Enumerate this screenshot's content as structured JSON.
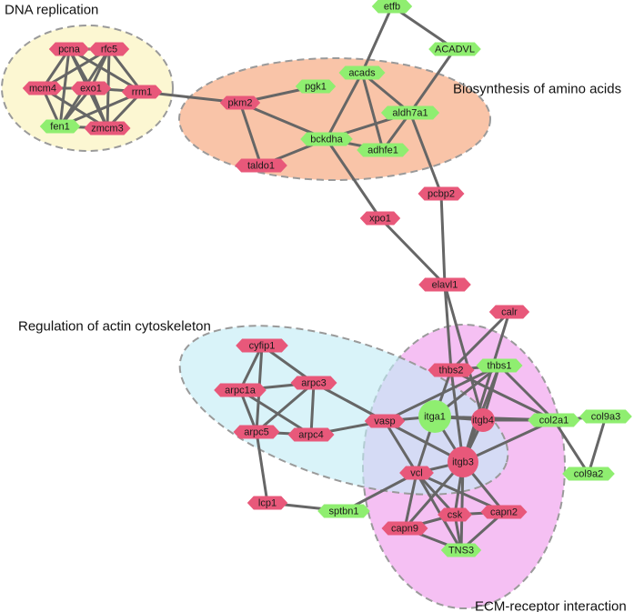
{
  "colors": {
    "red_node": "#e8587a",
    "green_node": "#8fee70",
    "edge": "#666666"
  },
  "clusters": [
    {
      "id": "dna",
      "label": "DNA replication",
      "fill": "#fcf7d2"
    },
    {
      "id": "bio",
      "label": "Biosynthesis of amino acids",
      "fill": "#f9c4a8"
    },
    {
      "id": "actin",
      "label": "Regulation of actin cytoskeleton",
      "fill": "#c2ecf6"
    },
    {
      "id": "ecm",
      "label": "ECM-receptor interaction",
      "fill": "#f5c0f3"
    }
  ],
  "nodes": [
    {
      "id": "pcna",
      "label": "pcna",
      "group": "red"
    },
    {
      "id": "rfc5",
      "label": "rfc5",
      "group": "red"
    },
    {
      "id": "mcm4",
      "label": "mcm4",
      "group": "red"
    },
    {
      "id": "exo1",
      "label": "exo1",
      "group": "red"
    },
    {
      "id": "rrm1",
      "label": "rrm1",
      "group": "red"
    },
    {
      "id": "fen1",
      "label": "fen1",
      "group": "green"
    },
    {
      "id": "zmcm3",
      "label": "zmcm3",
      "group": "red"
    },
    {
      "id": "etfb",
      "label": "etfb",
      "group": "green"
    },
    {
      "id": "ACADVL",
      "label": "ACADVL",
      "group": "green"
    },
    {
      "id": "acads",
      "label": "acads",
      "group": "green"
    },
    {
      "id": "pgk1",
      "label": "pgk1",
      "group": "green"
    },
    {
      "id": "pkm2",
      "label": "pkm2",
      "group": "red"
    },
    {
      "id": "aldh7a1",
      "label": "aldh7a1",
      "group": "green"
    },
    {
      "id": "bckdha",
      "label": "bckdha",
      "group": "green"
    },
    {
      "id": "adhfe1",
      "label": "adhfe1",
      "group": "green"
    },
    {
      "id": "taldo1",
      "label": "taldo1",
      "group": "red"
    },
    {
      "id": "pcbp2",
      "label": "pcbp2",
      "group": "red"
    },
    {
      "id": "xpo1",
      "label": "xpo1",
      "group": "red"
    },
    {
      "id": "elavl1",
      "label": "elavl1",
      "group": "red"
    },
    {
      "id": "calr",
      "label": "calr",
      "group": "red"
    },
    {
      "id": "cyfip1",
      "label": "cyfip1",
      "group": "red"
    },
    {
      "id": "arpc1a",
      "label": "arpc1a",
      "group": "red"
    },
    {
      "id": "arpc3",
      "label": "arpc3",
      "group": "red"
    },
    {
      "id": "arpc5",
      "label": "arpc5",
      "group": "red"
    },
    {
      "id": "arpc4",
      "label": "arpc4",
      "group": "red"
    },
    {
      "id": "thbs2",
      "label": "thbs2",
      "group": "red"
    },
    {
      "id": "thbs1",
      "label": "thbs1",
      "group": "green"
    },
    {
      "id": "vasp",
      "label": "vasp",
      "group": "red"
    },
    {
      "id": "itga1",
      "label": "itga1",
      "group": "green"
    },
    {
      "id": "itgb4",
      "label": "itgb4",
      "group": "red"
    },
    {
      "id": "col2a1",
      "label": "col2a1",
      "group": "green"
    },
    {
      "id": "col9a3",
      "label": "col9a3",
      "group": "green"
    },
    {
      "id": "col9a2",
      "label": "col9a2",
      "group": "green"
    },
    {
      "id": "itgb3",
      "label": "itgb3",
      "group": "red"
    },
    {
      "id": "vcl",
      "label": "vcl",
      "group": "red"
    },
    {
      "id": "lcp1",
      "label": "lcp1",
      "group": "red"
    },
    {
      "id": "sptbn1",
      "label": "sptbn1",
      "group": "green"
    },
    {
      "id": "csk",
      "label": "csk",
      "group": "red"
    },
    {
      "id": "capn2",
      "label": "capn2",
      "group": "red"
    },
    {
      "id": "capn9",
      "label": "capn9",
      "group": "red"
    },
    {
      "id": "TNS3",
      "label": "TNS3",
      "group": "green"
    }
  ],
  "edges": [
    [
      "pcna",
      "rfc5"
    ],
    [
      "pcna",
      "mcm4"
    ],
    [
      "pcna",
      "exo1"
    ],
    [
      "pcna",
      "rrm1"
    ],
    [
      "pcna",
      "fen1"
    ],
    [
      "pcna",
      "zmcm3"
    ],
    [
      "rfc5",
      "mcm4"
    ],
    [
      "rfc5",
      "exo1"
    ],
    [
      "rfc5",
      "rrm1"
    ],
    [
      "rfc5",
      "fen1"
    ],
    [
      "rfc5",
      "zmcm3"
    ],
    [
      "mcm4",
      "exo1"
    ],
    [
      "mcm4",
      "fen1"
    ],
    [
      "mcm4",
      "zmcm3"
    ],
    [
      "exo1",
      "rrm1"
    ],
    [
      "exo1",
      "fen1"
    ],
    [
      "exo1",
      "zmcm3"
    ],
    [
      "rrm1",
      "zmcm3"
    ],
    [
      "rrm1",
      "fen1"
    ],
    [
      "fen1",
      "zmcm3"
    ],
    [
      "rrm1",
      "pkm2"
    ],
    [
      "pkm2",
      "pgk1"
    ],
    [
      "pkm2",
      "bckdha"
    ],
    [
      "pkm2",
      "taldo1"
    ],
    [
      "taldo1",
      "bckdha"
    ],
    [
      "etfb",
      "acads"
    ],
    [
      "etfb",
      "ACADVL"
    ],
    [
      "ACADVL",
      "aldh7a1"
    ],
    [
      "acads",
      "bckdha"
    ],
    [
      "acads",
      "aldh7a1"
    ],
    [
      "acads",
      "adhfe1"
    ],
    [
      "bckdha",
      "aldh7a1"
    ],
    [
      "bckdha",
      "adhfe1"
    ],
    [
      "aldh7a1",
      "adhfe1"
    ],
    [
      "bckdha",
      "xpo1"
    ],
    [
      "aldh7a1",
      "pcbp2"
    ],
    [
      "pcbp2",
      "elavl1"
    ],
    [
      "xpo1",
      "elavl1"
    ],
    [
      "elavl1",
      "thbs2"
    ],
    [
      "elavl1",
      "itgb4"
    ],
    [
      "calr",
      "thbs2"
    ],
    [
      "calr",
      "itgb3"
    ],
    [
      "cyfip1",
      "arpc1a"
    ],
    [
      "cyfip1",
      "arpc3"
    ],
    [
      "cyfip1",
      "arpc5"
    ],
    [
      "arpc1a",
      "arpc3"
    ],
    [
      "arpc1a",
      "arpc5"
    ],
    [
      "arpc1a",
      "arpc4"
    ],
    [
      "arpc3",
      "arpc5"
    ],
    [
      "arpc3",
      "arpc4"
    ],
    [
      "arpc5",
      "arpc4"
    ],
    [
      "arpc3",
      "vasp"
    ],
    [
      "arpc4",
      "vasp"
    ],
    [
      "arpc5",
      "lcp1"
    ],
    [
      "lcp1",
      "sptbn1"
    ],
    [
      "sptbn1",
      "vcl"
    ],
    [
      "thbs2",
      "thbs1"
    ],
    [
      "thbs2",
      "itga1"
    ],
    [
      "thbs2",
      "itgb3"
    ],
    [
      "thbs2",
      "col2a1"
    ],
    [
      "thbs1",
      "itga1"
    ],
    [
      "thbs1",
      "itgb4"
    ],
    [
      "thbs1",
      "itgb3"
    ],
    [
      "thbs1",
      "col2a1"
    ],
    [
      "thbs1",
      "vasp"
    ],
    [
      "vasp",
      "itga1"
    ],
    [
      "vasp",
      "itgb3"
    ],
    [
      "vasp",
      "vcl"
    ],
    [
      "itga1",
      "itgb4"
    ],
    [
      "itga1",
      "col2a1"
    ],
    [
      "itga1",
      "itgb3"
    ],
    [
      "itga1",
      "vcl"
    ],
    [
      "itgb4",
      "col2a1"
    ],
    [
      "itgb4",
      "itgb3"
    ],
    [
      "col2a1",
      "col9a3"
    ],
    [
      "col2a1",
      "col9a2"
    ],
    [
      "col9a3",
      "col9a2"
    ],
    [
      "col2a1",
      "itgb3"
    ],
    [
      "itgb3",
      "vcl"
    ],
    [
      "itgb3",
      "csk"
    ],
    [
      "itgb3",
      "capn2"
    ],
    [
      "itgb3",
      "capn9"
    ],
    [
      "itgb3",
      "TNS3"
    ],
    [
      "vcl",
      "csk"
    ],
    [
      "vcl",
      "capn9"
    ],
    [
      "vcl",
      "TNS3"
    ],
    [
      "vcl",
      "capn2"
    ],
    [
      "csk",
      "capn2"
    ],
    [
      "csk",
      "capn9"
    ],
    [
      "csk",
      "TNS3"
    ],
    [
      "capn9",
      "TNS3"
    ],
    [
      "capn2",
      "TNS3"
    ]
  ]
}
